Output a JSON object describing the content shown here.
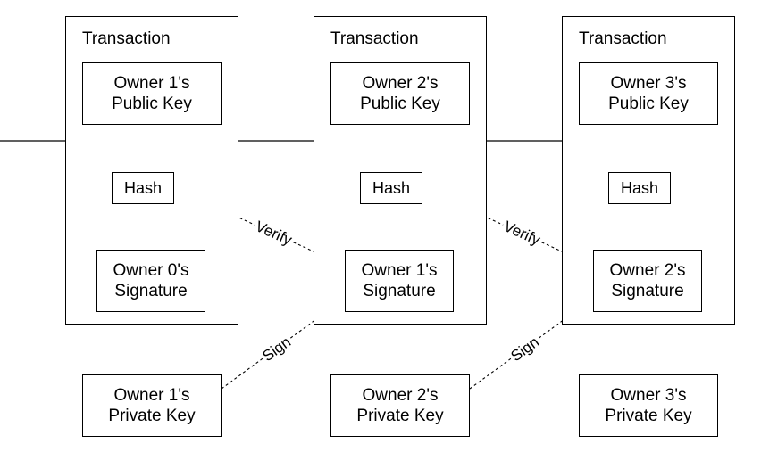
{
  "transactions": [
    {
      "title": "Transaction",
      "public_key": [
        "Owner 1's",
        "Public Key"
      ],
      "hash": "Hash",
      "signature": [
        "Owner 0's",
        "Signature"
      ]
    },
    {
      "title": "Transaction",
      "public_key": [
        "Owner 2's",
        "Public Key"
      ],
      "hash": "Hash",
      "signature": [
        "Owner 1's",
        "Signature"
      ]
    },
    {
      "title": "Transaction",
      "public_key": [
        "Owner 3's",
        "Public Key"
      ],
      "hash": "Hash",
      "signature": [
        "Owner 2's",
        "Signature"
      ]
    }
  ],
  "private_keys": [
    [
      "Owner 1's",
      "Private Key"
    ],
    [
      "Owner 2's",
      "Private Key"
    ],
    [
      "Owner 3's",
      "Private Key"
    ]
  ],
  "edge_labels": {
    "verify": [
      "Verify",
      "Verify"
    ],
    "sign": [
      "Sign",
      "Sign"
    ]
  }
}
